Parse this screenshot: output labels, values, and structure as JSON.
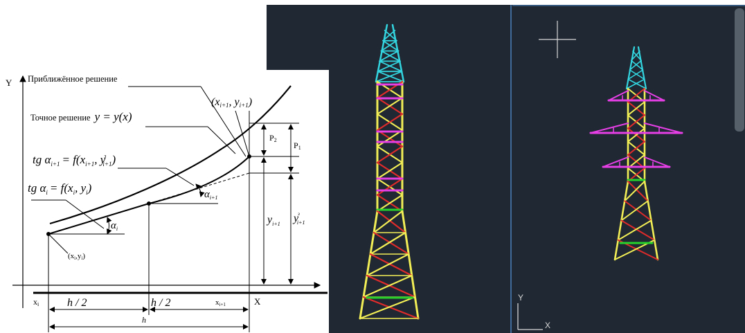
{
  "diagram": {
    "y_axis_label": "Y",
    "x_axis_label": "X",
    "approx_solution": "Приближённое решение",
    "exact_solution_prefix": "Точное решение",
    "exact_solution_formula": "y = y(x)",
    "point_next": "(x",
    "point_next_sub1": "i+1",
    "point_next_mid": ", y",
    "point_next_sub2": "i+1",
    "point_next_close": ")",
    "tg_alpha_next": "tg α",
    "tg_alpha_next_sub": "i+1",
    "tg_alpha_next_rhs": "= f(x",
    "tg_alpha_next_rhs_sub1": "i+1",
    "tg_alpha_next_rhs_mid": ", y",
    "tg_alpha_next_rhs_sup": "з",
    "tg_alpha_next_rhs_sub2": "i+1",
    "tg_alpha_next_rhs_close": ")",
    "tg_alpha_i": "tg α",
    "tg_alpha_i_sub": "i",
    "tg_alpha_i_rhs": "= f(x",
    "tg_alpha_i_rhs_sub1": "i",
    "tg_alpha_i_rhs_mid": ", y",
    "tg_alpha_i_rhs_sub2": "i",
    "tg_alpha_i_rhs_close": ")",
    "alpha_next": "α",
    "alpha_next_sub": "i+1",
    "alpha_i": "α",
    "alpha_i_sub": "i",
    "point_i": "(x",
    "point_i_sub1": "i",
    "point_i_mid": ",y",
    "point_i_sub2": "i",
    "point_i_close": ")",
    "p2": "P",
    "p2_sub": "2",
    "p1": "P",
    "p1_sub": "1",
    "y_next": "y",
    "y_next_sub": "i+1",
    "y_next_z": "y",
    "y_next_z_sup": "з",
    "y_next_z_sub": "i+1",
    "x_i": "x",
    "x_i_sub": "i",
    "half_h_1": "h / 2",
    "half_h_2": "h / 2",
    "x_next": "x",
    "x_next_sub": "i+1",
    "h": "h"
  },
  "cad": {
    "ucs_y": "Y",
    "ucs_x": "X"
  },
  "colors": {
    "cad_bg": "#1f2833",
    "tower_top": "#33d6e0",
    "tower_body": "#f2ee55",
    "crossarm": "#e63fe6",
    "diagonals": "#e02b2b",
    "green_bars": "#27d22a"
  }
}
